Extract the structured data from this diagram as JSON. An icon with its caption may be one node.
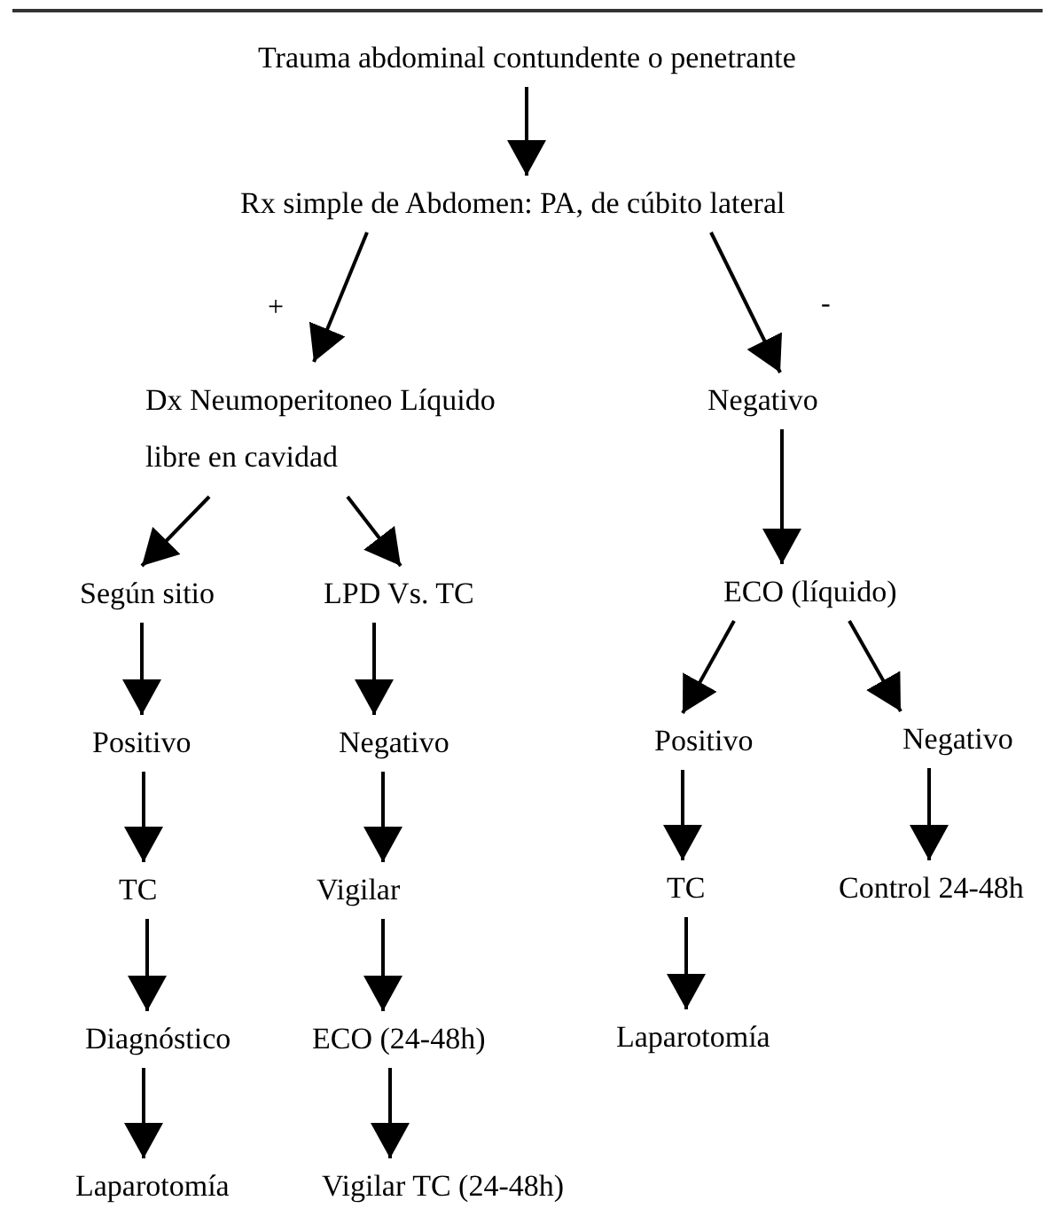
{
  "diagram": {
    "nodes": [
      {
        "text": [
          "Trauma abdominal contundente o penetrante"
        ]
      },
      {
        "text": [
          "Rx simple de Abdomen: PA, de cúbito lateral"
        ]
      },
      {
        "text": [
          "Dx Neumoperitoneo Líquido libre en cavidad"
        ]
      },
      {
        "text": [
          "Negativo"
        ]
      },
      {
        "text": [
          "Según sitio"
        ]
      },
      {
        "text": [
          "LPD Vs. TC"
        ]
      },
      {
        "text": [
          "ECO (líquido)"
        ]
      },
      {
        "text": [
          "Positivo"
        ]
      },
      {
        "text": [
          "Negativo"
        ]
      },
      {
        "text": [
          "Positivo"
        ]
      },
      {
        "text": [
          "Negativo"
        ]
      },
      {
        "text": [
          "TC"
        ]
      },
      {
        "text": [
          "Vigilar"
        ]
      },
      {
        "text": [
          "TC"
        ]
      },
      {
        "text": [
          "Control 24-48h"
        ]
      },
      {
        "text": [
          "Diagnóstico"
        ]
      },
      {
        "text": [
          "ECO (24-48h)"
        ]
      },
      {
        "text": [
          "Laparotomía"
        ]
      },
      {
        "text": [
          "Laparotomía"
        ]
      },
      {
        "text": [
          "Vigilar TC (24-48h)"
        ]
      }
    ],
    "edges": [
      {
        "from": 0,
        "to": 1,
        "arrow": "to"
      },
      {
        "from": 1,
        "to": 2,
        "arrow": "to",
        "label": "+"
      },
      {
        "from": 1,
        "to": 3,
        "arrow": "to",
        "label": "-"
      },
      {
        "from": 2,
        "to": 4,
        "arrow": "to"
      },
      {
        "from": 2,
        "to": 5,
        "arrow": "to"
      },
      {
        "from": 3,
        "to": 6,
        "arrow": "to"
      },
      {
        "from": 4,
        "to": 7,
        "arrow": "to"
      },
      {
        "from": 5,
        "to": 8,
        "arrow": "to"
      },
      {
        "from": 6,
        "to": 9,
        "arrow": "to"
      },
      {
        "from": 6,
        "to": 10,
        "arrow": "to"
      },
      {
        "from": 7,
        "to": 11,
        "arrow": "to"
      },
      {
        "from": 8,
        "to": 12,
        "arrow": "to"
      },
      {
        "from": 9,
        "to": 13,
        "arrow": "to"
      },
      {
        "from": 10,
        "to": 14,
        "arrow": "to"
      },
      {
        "from": 11,
        "to": 15,
        "arrow": "to"
      },
      {
        "from": 12,
        "to": 16,
        "arrow": "to"
      },
      {
        "from": 13,
        "to": 17,
        "arrow": "to"
      },
      {
        "from": 15,
        "to": 18,
        "arrow": "to"
      },
      {
        "from": 16,
        "to": 19,
        "arrow": "to"
      }
    ]
  }
}
